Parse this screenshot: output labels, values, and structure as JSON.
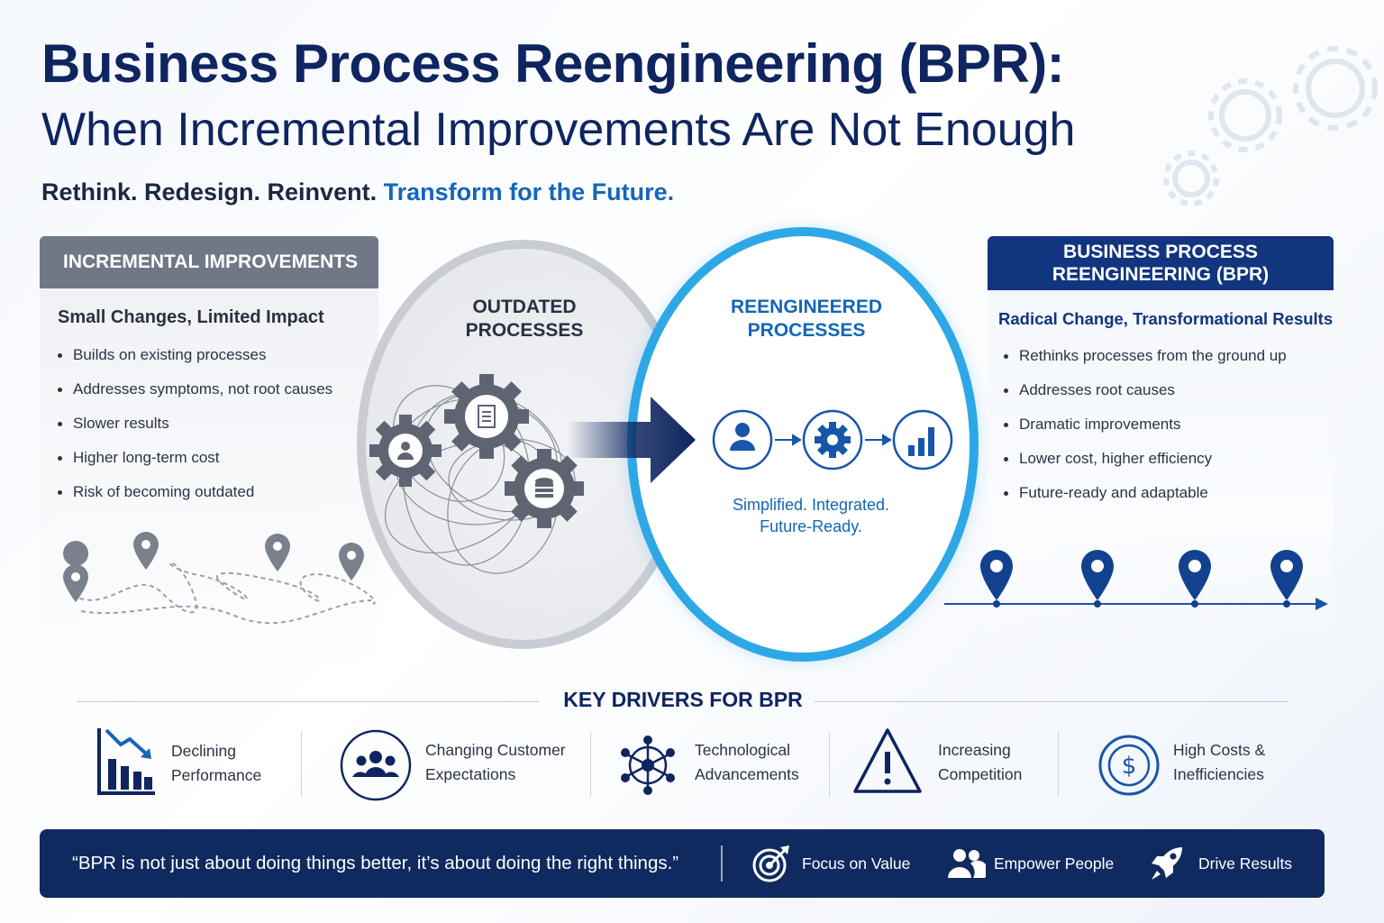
{
  "header": {
    "title": "Business Process Reengineering (BPR):",
    "subtitle": "When Incremental Improvements Are Not Enough",
    "tagline_dark": "Rethink. Redesign. Reinvent.",
    "tagline_accent": "Transform for the Future."
  },
  "left_panel": {
    "heading": "INCREMENTAL IMPROVEMENTS",
    "subheading": "Small Changes, Limited Impact",
    "bullets": [
      "Builds on existing processes",
      "Addresses symptoms, not root causes",
      "Slower results",
      "Higher long-term cost",
      "Risk of becoming outdated"
    ]
  },
  "center": {
    "outdated_line1": "OUTDATED",
    "outdated_line2": "PROCESSES",
    "reengineered_line1": "REENGINEERED",
    "reengineered_line2": "PROCESSES",
    "tag_line1": "Simplified. Integrated.",
    "tag_line2": "Future-Ready."
  },
  "right_panel": {
    "heading_line1": "BUSINESS PROCESS",
    "heading_line2": "REENGINEERING (BPR)",
    "subheading": "Radical Change, Transformational Results",
    "bullets": [
      "Rethinks processes from the ground up",
      "Addresses root causes",
      "Dramatic improvements",
      "Lower cost, higher efficiency",
      "Future-ready and adaptable"
    ]
  },
  "key_drivers": {
    "title": "KEY DRIVERS FOR BPR",
    "items": [
      {
        "line1": "Declining",
        "line2": "Performance",
        "icon": "declining-chart-icon"
      },
      {
        "line1": "Changing Customer",
        "line2": "Expectations",
        "icon": "customers-icon"
      },
      {
        "line1": "Technological",
        "line2": "Advancements",
        "icon": "network-icon"
      },
      {
        "line1": "Increasing",
        "line2": "Competition",
        "icon": "warning-icon"
      },
      {
        "line1": "High Costs &",
        "line2": "Inefficiencies",
        "icon": "dollar-icon"
      }
    ]
  },
  "bottom_bar": {
    "quote": "“BPR is not just about doing things better, it’s about doing the right things.”",
    "items": [
      {
        "label": "Focus on Value",
        "icon": "target-icon"
      },
      {
        "label": "Empower People",
        "icon": "people-icon"
      },
      {
        "label": "Drive Results",
        "icon": "rocket-icon"
      }
    ]
  },
  "colors": {
    "navy": "#0f2560",
    "accent_blue": "#1466b8",
    "bright_blue": "#2ea7e6",
    "gray": "#707888",
    "bar_navy": "#0f2a5f"
  }
}
